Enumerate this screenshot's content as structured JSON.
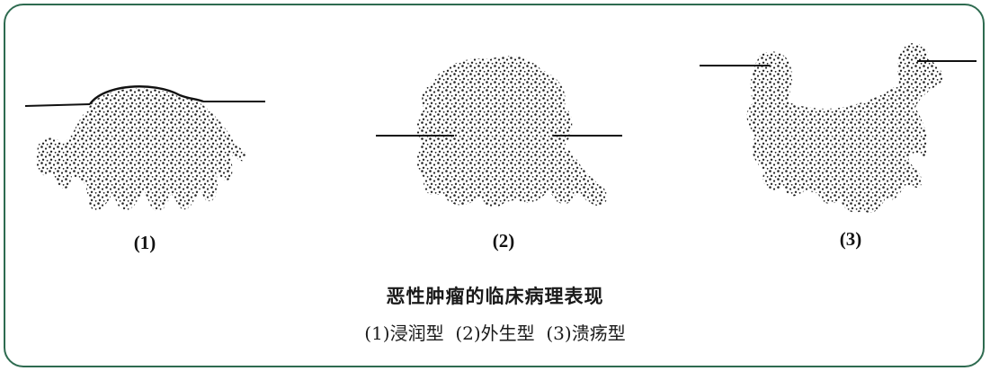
{
  "figure": {
    "panels": [
      {
        "label": "(1)"
      },
      {
        "label": "(2)"
      },
      {
        "label": "(3)"
      }
    ],
    "title": "恶性肿瘤的临床病理表现",
    "caption": "(1)浸润型  (2)外生型  (3)溃疡型"
  },
  "colors": {
    "frame": "#2e6b50",
    "stipple": "#222222"
  }
}
